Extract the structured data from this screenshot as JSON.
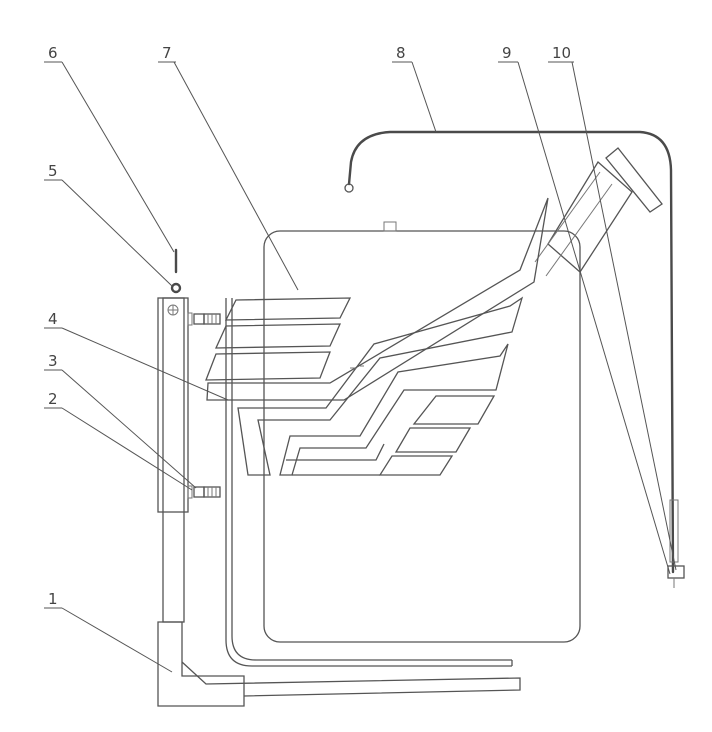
{
  "callouts": [
    {
      "id": "1",
      "label": "1"
    },
    {
      "id": "2",
      "label": "2"
    },
    {
      "id": "3",
      "label": "3"
    },
    {
      "id": "4",
      "label": "4"
    },
    {
      "id": "5",
      "label": "5"
    },
    {
      "id": "6",
      "label": "6"
    },
    {
      "id": "7",
      "label": "7"
    },
    {
      "id": "8",
      "label": "8"
    },
    {
      "id": "9",
      "label": "9"
    },
    {
      "id": "10",
      "label": "10"
    }
  ],
  "colors": {
    "line": "#555555",
    "heavy_line": "#4a4a4a",
    "background": "#ffffff"
  }
}
